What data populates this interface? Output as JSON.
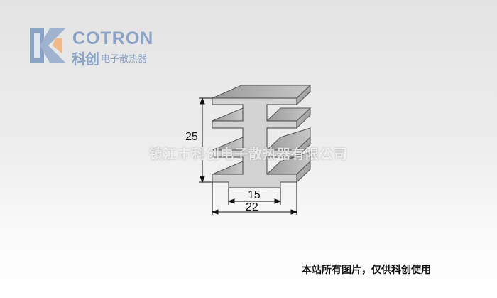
{
  "logo": {
    "brand": "COTRON",
    "brand_cn": "科创",
    "subtitle": "电子散热器"
  },
  "diagram": {
    "dimensions": {
      "height": "25",
      "inner_width": "15",
      "outer_width": "22"
    }
  },
  "watermark": "镇江市科创电子散热器有限公司",
  "note": "本站所有图片，仅供科创使用",
  "colors": {
    "brand": "#8aa3c6",
    "accent": "#f0b98a"
  }
}
